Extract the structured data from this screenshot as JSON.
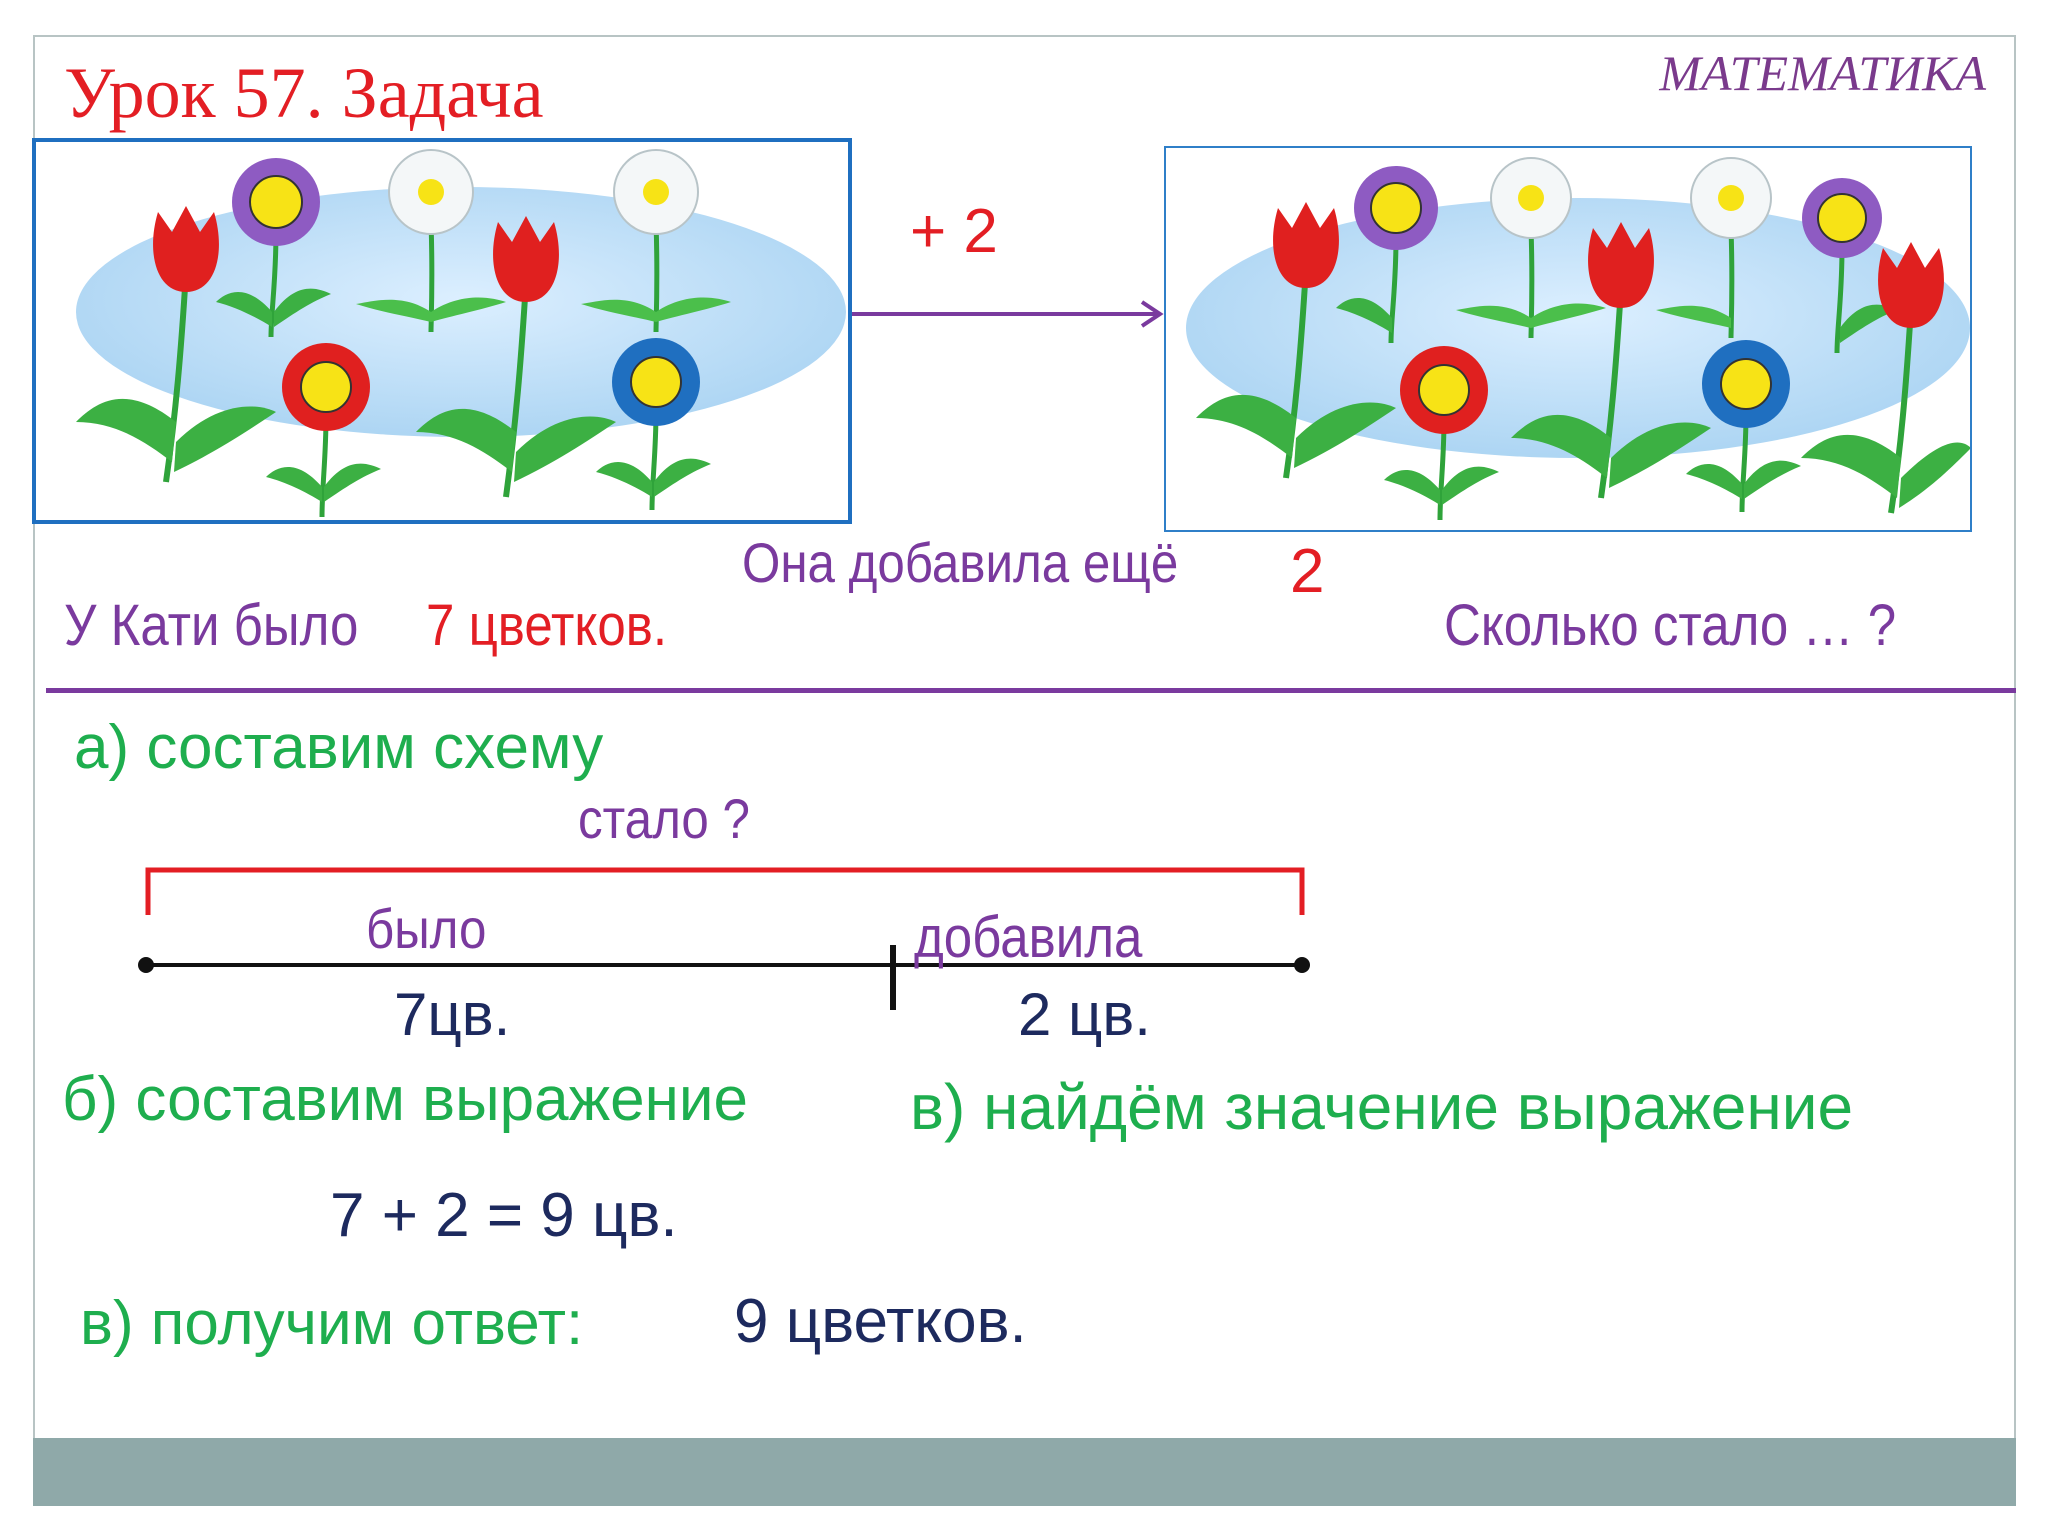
{
  "header": {
    "title": "Урок 57. Задача",
    "subject": "МАТЕМАТИКА"
  },
  "task": {
    "operation_label": "+ 2",
    "added_text": "Она добавила ещё",
    "added_number": "2",
    "had_text": "У Кати было",
    "had_count": "7 цветков.",
    "question": "Сколько стало … ?"
  },
  "pictures": {
    "before_count": 7,
    "after_count": 9
  },
  "steps": {
    "scheme_heading": "а) составим схему",
    "became_label": "стало ?",
    "was_label": "было",
    "added_label": "добавила",
    "segment_was_value": "7цв.",
    "segment_added_value": "2 цв.",
    "expression_heading": "б) составим выражение",
    "value_heading": "в) найдём значение выражение",
    "expression": "7 + 2 = 9  цв.",
    "answer_heading": "в) получим ответ:",
    "answer": "9 цветков."
  },
  "colors": {
    "title": "#e31e24",
    "subject": "#7a3a8c",
    "purple_text": "#7a3a9e",
    "green_text": "#1eae4e",
    "navy_text": "#1d2a5e",
    "box_before_border": "#1f6fc0",
    "box_after_border": "#2f7fc8",
    "bottom_bar": "#8fa9a9"
  }
}
